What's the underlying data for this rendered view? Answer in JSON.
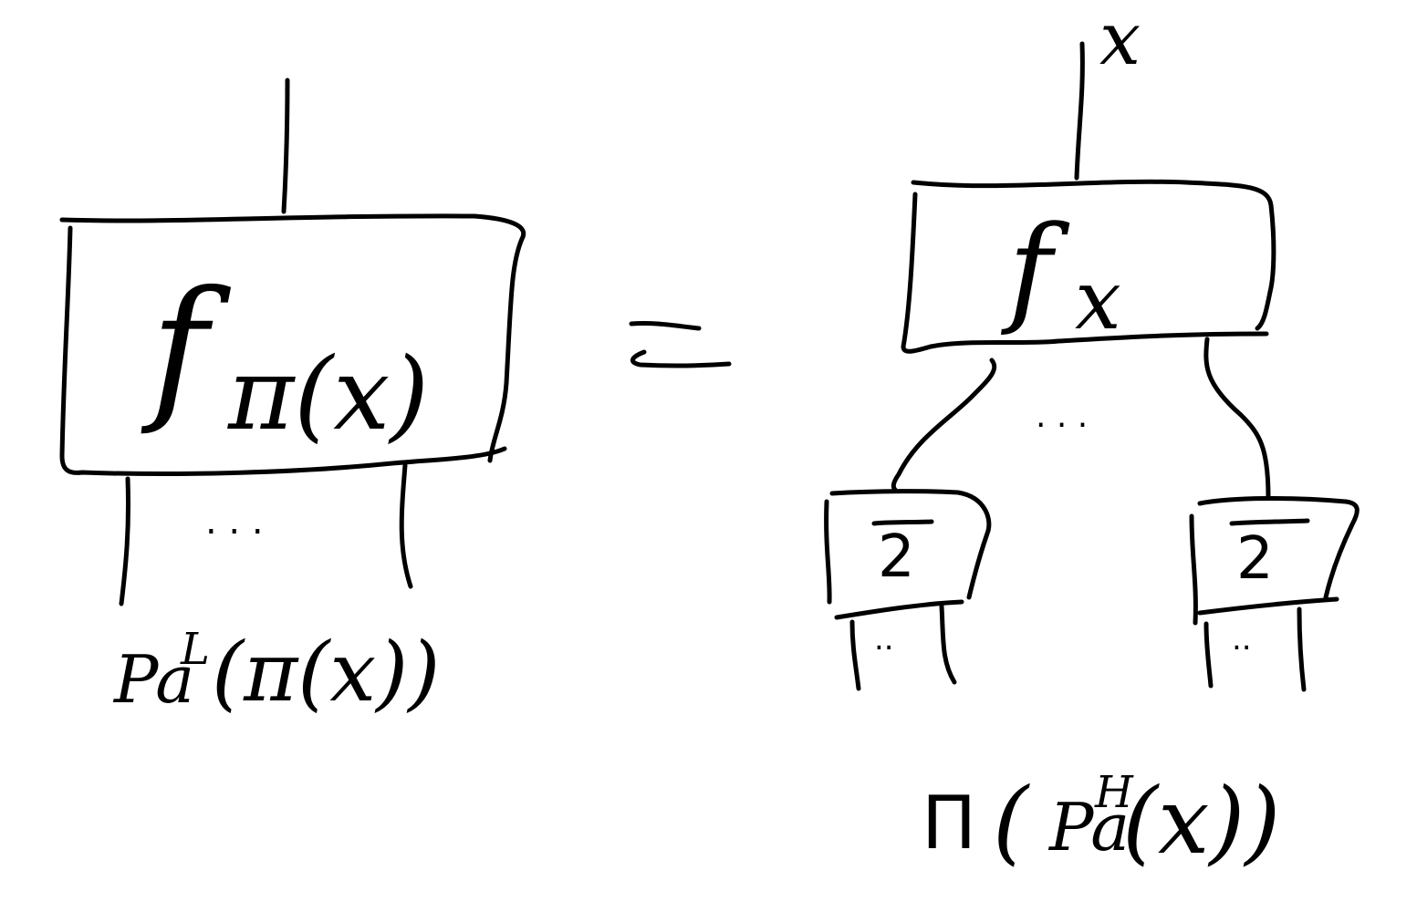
{
  "colors": {
    "ink": "#000000",
    "background": "#ffffff"
  },
  "left": {
    "box_label": "f",
    "box_label_subscript": "π(x)",
    "bottom_label_main": "Pa",
    "bottom_label_superscript": "L",
    "bottom_label_arg": "(π(x))",
    "ellipsis": ". . ."
  },
  "equals": "=",
  "right": {
    "top_wire_label": "x",
    "box_label": "f",
    "box_label_subscript": "x",
    "ellipsis_top": ". . .",
    "subbox_left_label": "2",
    "subbox_right_label": "2",
    "subbox_left_ellipsis": "..",
    "subbox_right_ellipsis": "..",
    "bottom_label_main": "Π",
    "bottom_label_arg_main": "Pa",
    "bottom_label_arg_superscript": "H",
    "bottom_label_arg_tail": "(x))"
  }
}
